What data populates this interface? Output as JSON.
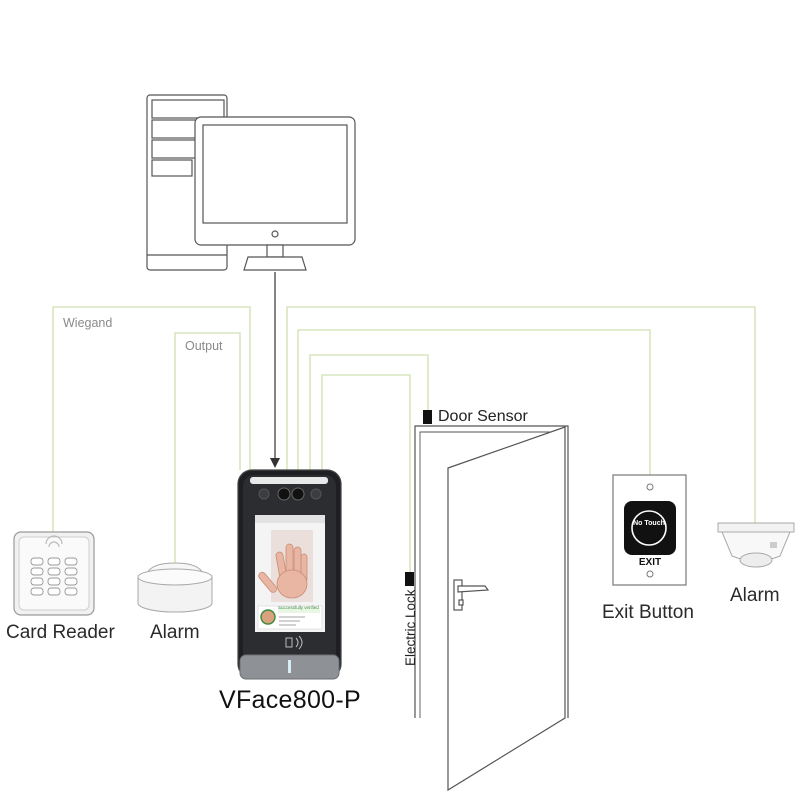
{
  "labels": {
    "card_reader": "Card Reader",
    "alarm_output": "Alarm",
    "alarm_right": "Alarm",
    "exit_button": "Exit Button",
    "door_sensor": "Door Sensor",
    "electric_lock": "Electric Lock",
    "device_model": "VFace800-P",
    "wiegand": "Wiegand",
    "output": "Output"
  },
  "exit_button_panel": {
    "no_touch": "No Touch",
    "exit": "EXIT"
  },
  "device_screen": {
    "status_text": "Successfully verified"
  },
  "colors": {
    "wire": "#cfe0b0",
    "outline": "#555555",
    "device_body": "#1d1f22",
    "screen_bg": "#f4f4f4"
  }
}
